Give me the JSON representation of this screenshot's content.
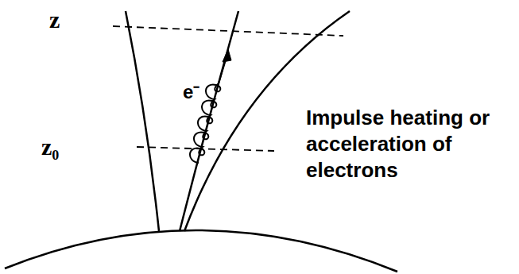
{
  "diagram": {
    "labels": [
      "z",
      "z₀",
      "e⁻",
      "Impulse heating or acceleration of electrons"
    ]
  }
}
